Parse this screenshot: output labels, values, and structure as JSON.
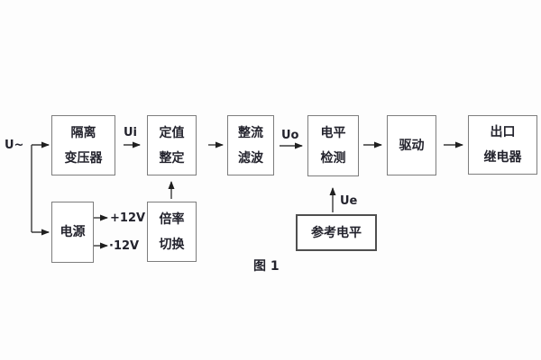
{
  "diagram": {
    "caption": "图 1",
    "input_label": "U~",
    "signals": {
      "ui": "Ui",
      "uo": "Uo",
      "ue": "Ue"
    },
    "power_rails": {
      "positive": "+12V",
      "negative": "·12V"
    },
    "blocks": {
      "isolation_transformer": {
        "lines": [
          "隔离",
          "变压器"
        ]
      },
      "setting": {
        "lines": [
          "定值",
          "整定"
        ]
      },
      "rectifier_filter": {
        "lines": [
          "整流",
          "滤波"
        ]
      },
      "level_detection": {
        "lines": [
          "电平",
          "检测"
        ]
      },
      "driver": {
        "lines": [
          "驱动"
        ]
      },
      "output_relay": {
        "lines": [
          "出口",
          "继电器"
        ]
      },
      "power_supply": {
        "lines": [
          "电源"
        ]
      },
      "ratio_switch": {
        "lines": [
          "倍率",
          "切换"
        ]
      },
      "reference_level": {
        "lines": [
          "参考电平"
        ]
      }
    },
    "colors": {
      "background": "#fdfdfd",
      "box_border": "#7d7d7d",
      "reference_box_border": "#4f4f4f",
      "text": "#23232d",
      "line": "#3a3a3a"
    }
  }
}
